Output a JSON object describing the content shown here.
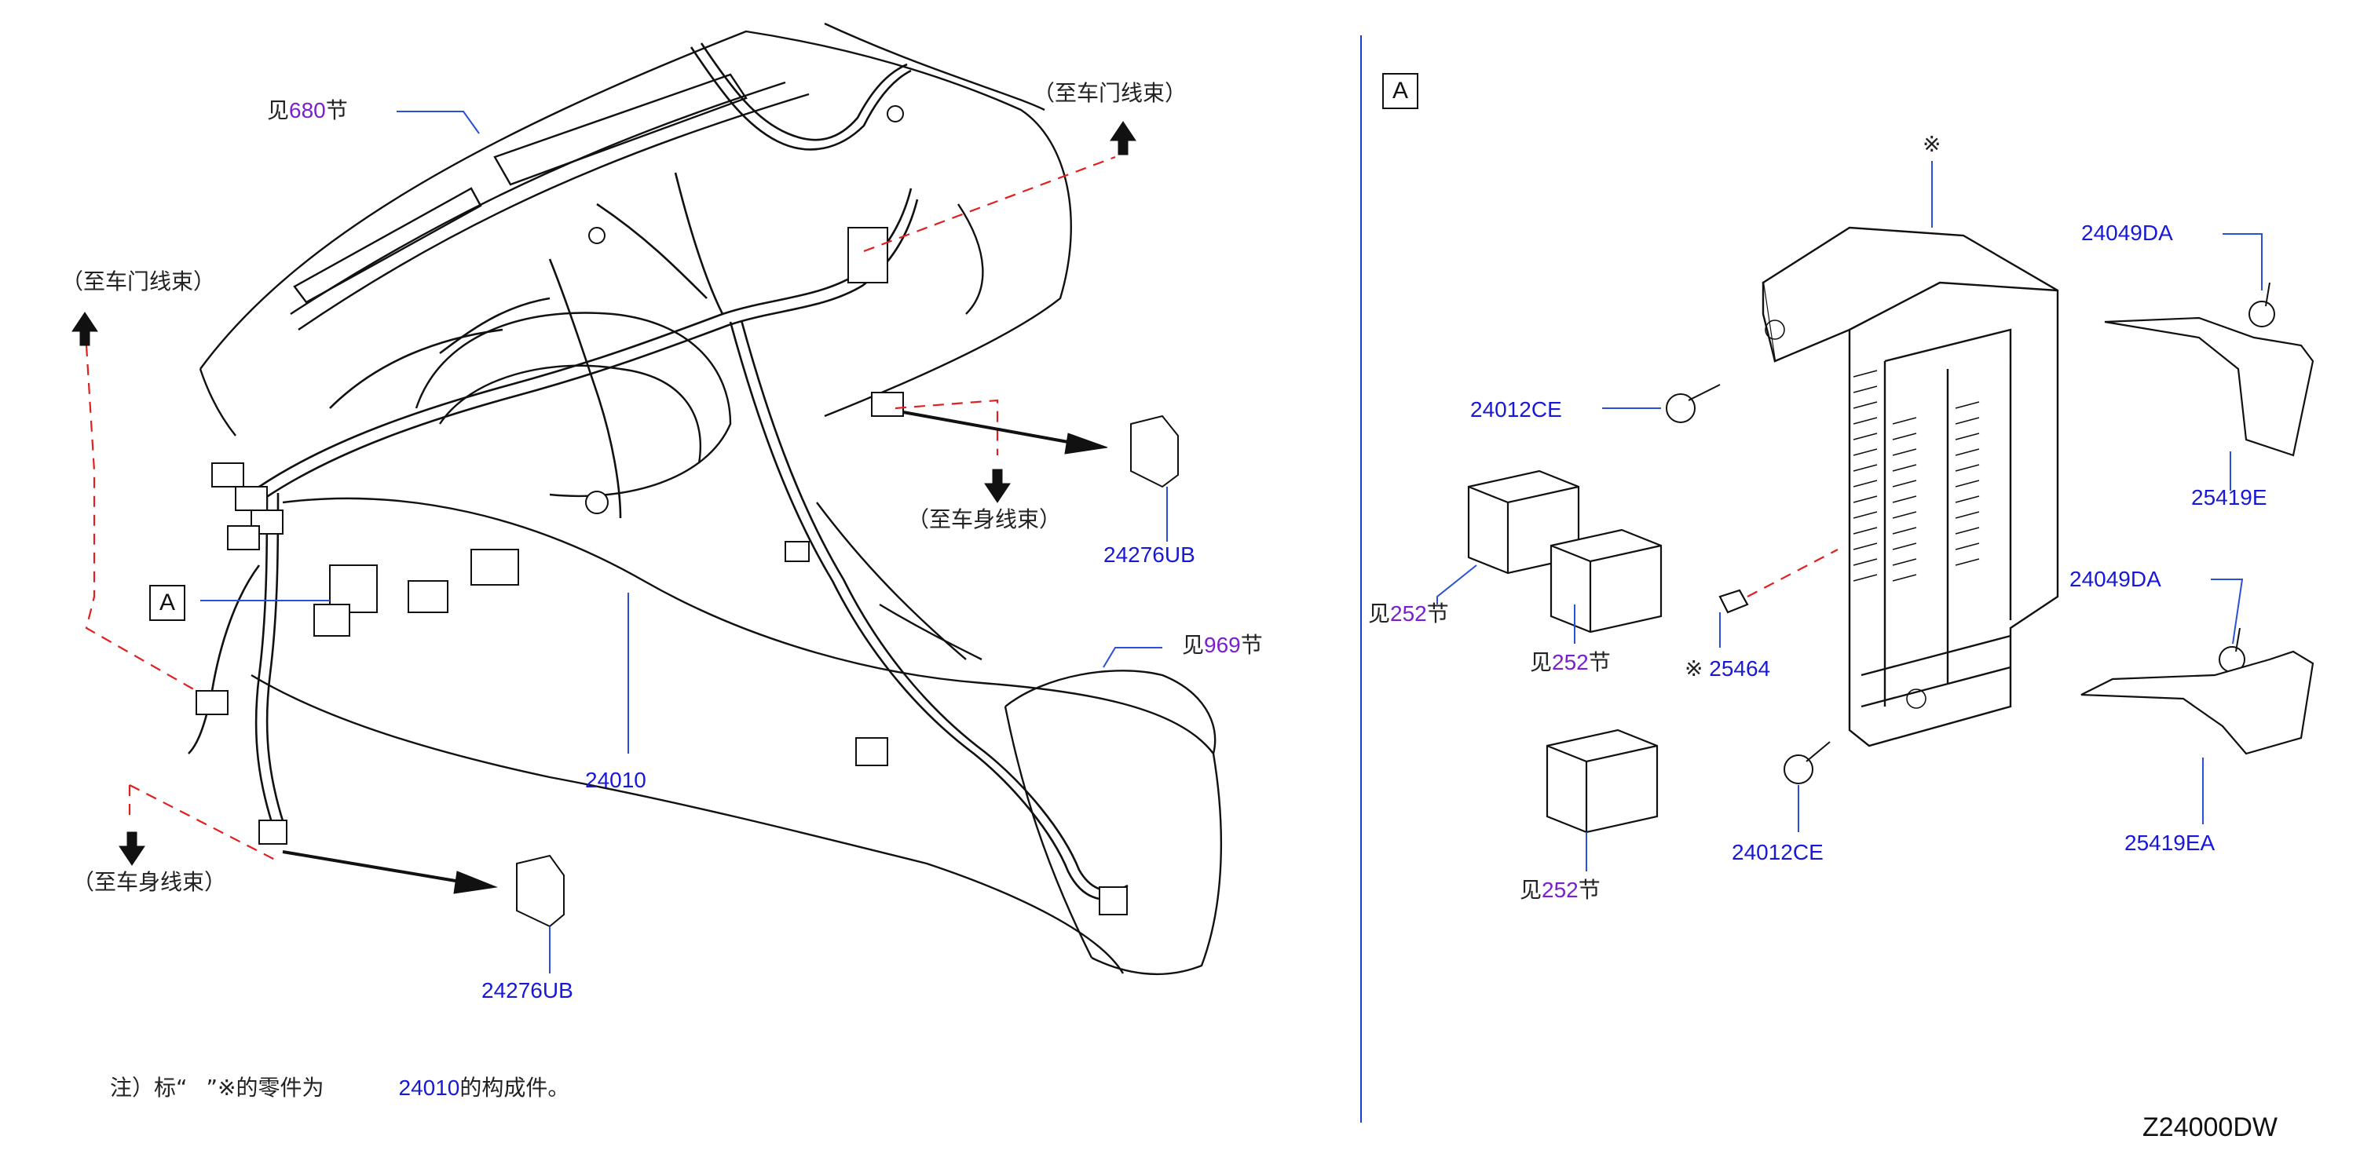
{
  "see_prefix": "见",
  "section_suffix": "节",
  "callouts": {
    "left_see_680": {
      "section": "680"
    },
    "left_see_969": {
      "section": "969"
    },
    "right_see_252_a": {
      "section": "252"
    },
    "right_see_252_b": {
      "section": "252"
    },
    "right_see_252_c": {
      "section": "252"
    }
  },
  "directions": {
    "door_harness": "（至车门线束）",
    "body_harness": "（至车身线束）"
  },
  "parts": {
    "p24276UB": "24276UB",
    "p24010": "24010",
    "p24012CE": "24012CE",
    "p24049DA": "24049DA",
    "p25419E": "25419E",
    "p25419EA": "25419EA",
    "p25464": "25464"
  },
  "marks": {
    "asterisk": "※",
    "view_a": "A"
  },
  "note": {
    "prefix": "注）标“",
    "mid": "”",
    "symbol": "※",
    "text2": "的零件为",
    "part": "24010",
    "suffix": "的构成件。"
  },
  "drawing_code": "Z24000DW",
  "colors": {
    "part_number": "#1818d8",
    "section_ref": "#7a1fd0",
    "dashed_line": "#e02020",
    "line": "#111111"
  }
}
